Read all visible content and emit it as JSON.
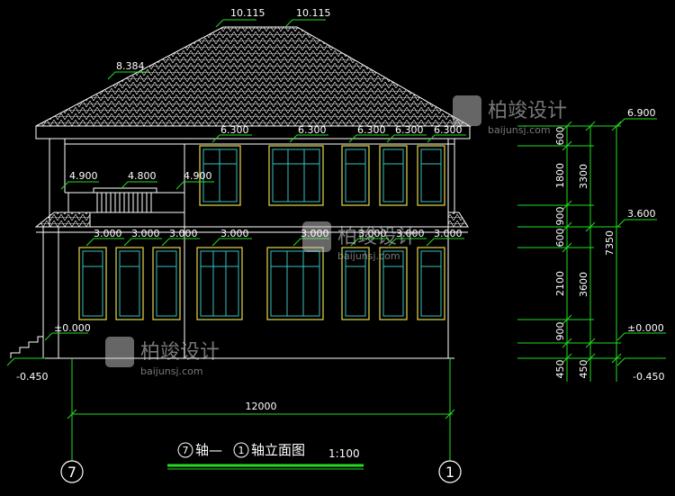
{
  "roof": {
    "ridge_left": "10.115",
    "ridge_right": "10.115",
    "eave": "8.384"
  },
  "upper_window_levels": [
    "6.300",
    "6.300",
    "6.300",
    "6.300",
    "6.300"
  ],
  "balcony_levels": {
    "left": "4.900",
    "middle": "4.800",
    "right": "4.900"
  },
  "lower_window_levels": [
    "3.000",
    "3.000",
    "3.000",
    "3.000",
    "3.000",
    "3.000",
    "3.000",
    "3.000"
  ],
  "ground": {
    "left_zero": "±0.000",
    "left_minus": "-0.450",
    "right_zero": "±0.000",
    "right_minus": "-0.450"
  },
  "right_levels": {
    "top": "6.900",
    "mid": "3.600"
  },
  "vertical_dims": {
    "inner": [
      "600",
      "1800",
      "900",
      "600",
      "2100",
      "900",
      "450"
    ],
    "middle": [
      "3300",
      "3600",
      "450"
    ],
    "total": "7350"
  },
  "horizontal_dim": "12000",
  "axis_left": "7",
  "axis_right": "1",
  "title": {
    "circle_a": "7",
    "part1": "轴—",
    "circle_b": "1",
    "part2": "轴立面图",
    "scale": "1:100"
  },
  "watermark": {
    "cn": "柏竣设计",
    "en": "baijunsj.com"
  }
}
